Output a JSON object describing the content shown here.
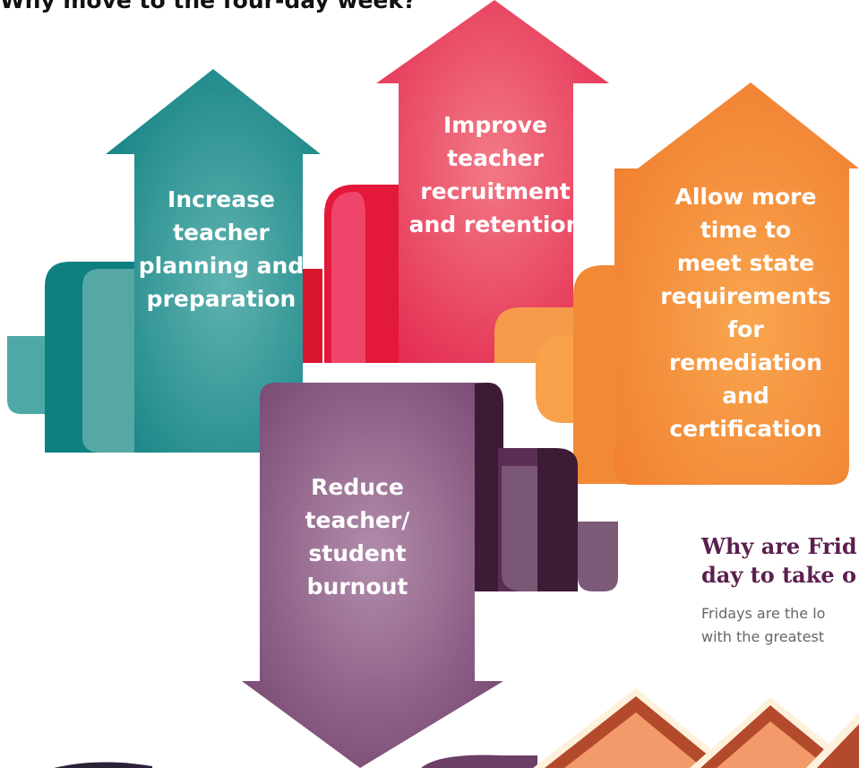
{
  "heading": "Why move to the four-day week?",
  "arrows": [
    {
      "label_lines": [
        "Increase",
        "teacher",
        "planning and",
        "preparation"
      ],
      "color": "#138a8a"
    },
    {
      "label_lines": [
        "Improve",
        "teacher",
        "recruitment",
        "and retention"
      ],
      "color": "#e8415f"
    },
    {
      "label_lines": [
        "Allow more",
        "time to",
        "meet state",
        "requirements",
        "for",
        "remediation",
        "and",
        "certification"
      ],
      "color": "#f58a3a"
    },
    {
      "label_lines": [
        "Reduce",
        "teacher/",
        "student",
        "burnout"
      ],
      "color": "#8a5a86"
    }
  ],
  "side_section": {
    "title_lines": [
      "Why are Frid",
      "day to take o"
    ],
    "body_lines": [
      "Fridays are the lo",
      "with the greatest"
    ]
  },
  "colors": {
    "teal": "#138a8a",
    "teal_light": "#5fb3b0",
    "pink": "#e8415f",
    "red_dark": "#d8162e",
    "orange": "#f58a3a",
    "orange_light": "#f7a24a",
    "purple": "#8a5a86",
    "purple_dark": "#3c1a36",
    "subhead": "#5b1f4f"
  }
}
